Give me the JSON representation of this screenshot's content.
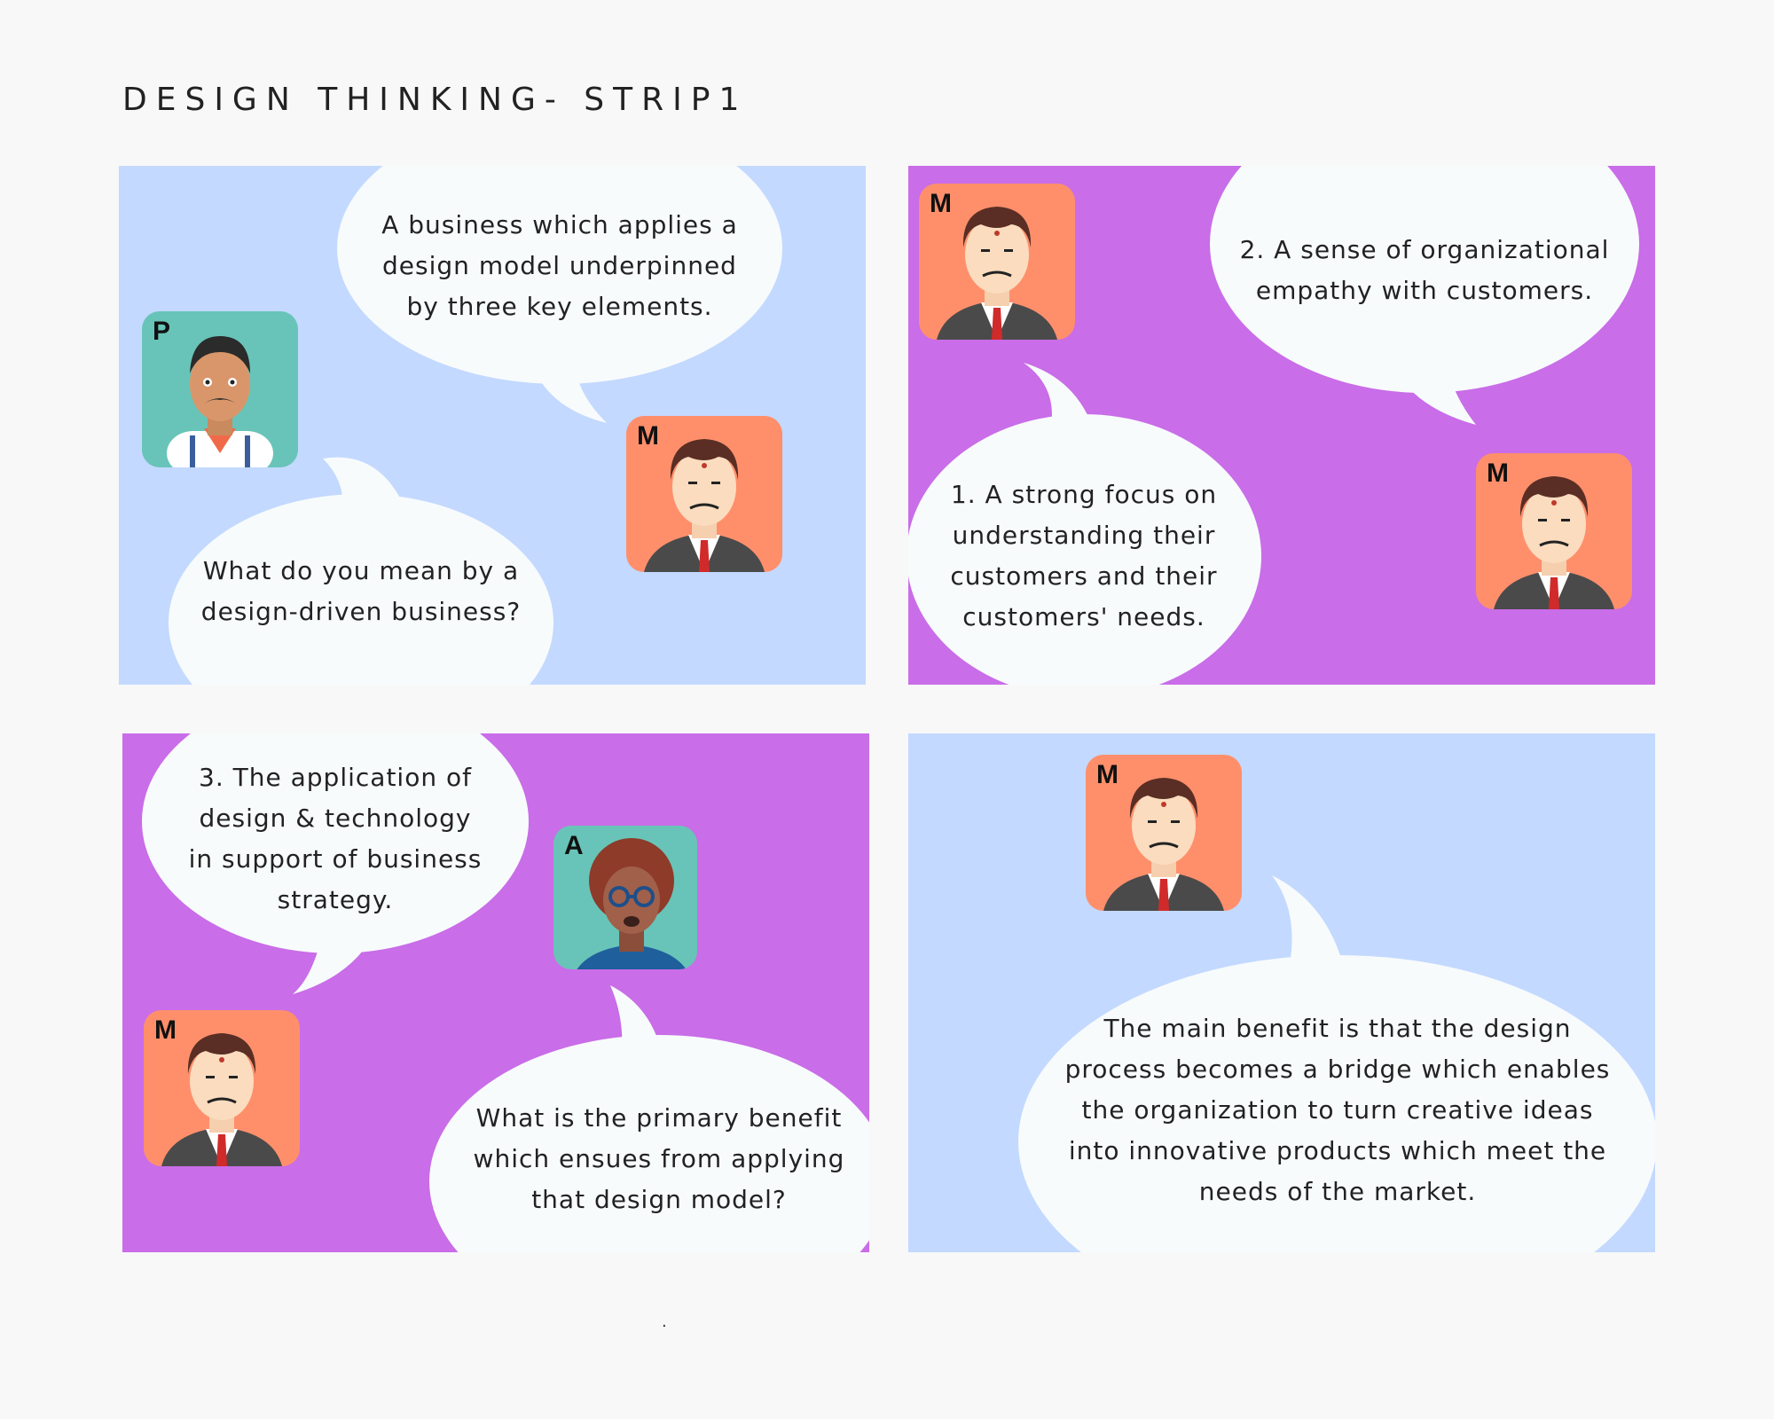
{
  "title": "DESIGN THINKING- STRIP1",
  "footer_mark": ".",
  "colors": {
    "page_bg": "#f8f8f8",
    "panel_blue": "#c3d9ff",
    "panel_purple": "#c96de8",
    "bubble": "#f8fbfc",
    "avatar_m_bg": "#ff8f6b",
    "avatar_teal_bg": "#68c4b8"
  },
  "panels": [
    {
      "id": 1,
      "bubbles": [
        {
          "text": "A business which applies a design model underpinned by three key elements."
        },
        {
          "text": "What do you mean by a design-driven business?"
        }
      ],
      "avatars": [
        {
          "badge": "P",
          "character": "man-with-mustache"
        },
        {
          "badge": "M",
          "character": "man-in-suit"
        }
      ]
    },
    {
      "id": 2,
      "bubbles": [
        {
          "text": "2. A sense of organizational empathy with customers."
        },
        {
          "text": "1. A strong focus on understanding their customers and their customers' needs."
        }
      ],
      "avatars": [
        {
          "badge": "M",
          "character": "man-in-suit"
        },
        {
          "badge": "M",
          "character": "man-in-suit"
        }
      ]
    },
    {
      "id": 3,
      "bubbles": [
        {
          "text": "3. The application of design & technology in support of business strategy."
        },
        {
          "text": "What is the primary benefit which ensues from applying that design model?"
        }
      ],
      "avatars": [
        {
          "badge": "A",
          "character": "woman-with-glasses"
        },
        {
          "badge": "M",
          "character": "man-in-suit"
        }
      ]
    },
    {
      "id": 4,
      "bubbles": [
        {
          "text": "The main benefit is that the design process becomes a bridge which enables the organization to turn creative ideas into innovative products which meet the needs of the market."
        }
      ],
      "avatars": [
        {
          "badge": "M",
          "character": "man-in-suit"
        }
      ]
    }
  ]
}
